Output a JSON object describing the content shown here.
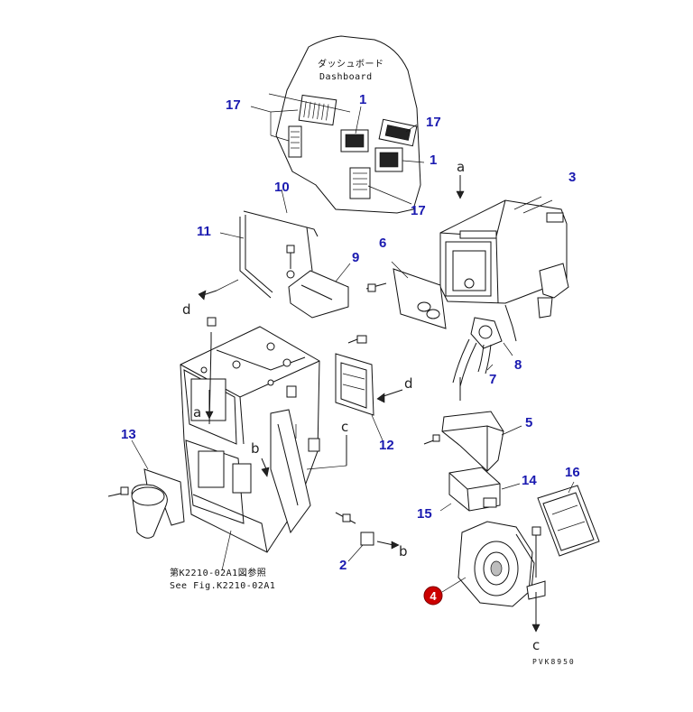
{
  "diagram": {
    "dashboard_label_jp": "ダッシュボード",
    "dashboard_label_en": "Dashboard",
    "see_fig_jp": "第K2210-02A1図参照",
    "see_fig_en": "See Fig.K2210-02A1",
    "drawing_code": "PVK8950",
    "highlight_color": "#cc0000",
    "callout_color": "#1a1ab0",
    "callouts": [
      {
        "id": "c17a",
        "label": "17"
      },
      {
        "id": "c1a",
        "label": "1"
      },
      {
        "id": "c17b",
        "label": "17"
      },
      {
        "id": "c1b",
        "label": "1"
      },
      {
        "id": "c17c",
        "label": "17"
      },
      {
        "id": "c10",
        "label": "10"
      },
      {
        "id": "c11",
        "label": "11"
      },
      {
        "id": "c9",
        "label": "9"
      },
      {
        "id": "c3",
        "label": "3"
      },
      {
        "id": "c6",
        "label": "6"
      },
      {
        "id": "c8",
        "label": "8"
      },
      {
        "id": "c7",
        "label": "7"
      },
      {
        "id": "c5",
        "label": "5"
      },
      {
        "id": "c12",
        "label": "12"
      },
      {
        "id": "c13",
        "label": "13"
      },
      {
        "id": "c14",
        "label": "14"
      },
      {
        "id": "c16",
        "label": "16"
      },
      {
        "id": "c15",
        "label": "15"
      },
      {
        "id": "c2",
        "label": "2"
      },
      {
        "id": "c4",
        "label": "4"
      }
    ],
    "letters": {
      "a": "a",
      "b": "b",
      "c": "c",
      "d": "d"
    }
  }
}
